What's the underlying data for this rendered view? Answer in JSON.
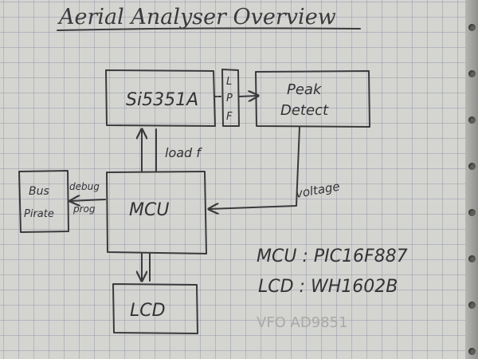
{
  "title": "Aerial Analyser Overview",
  "blocks": {
    "si5351": "Si5351A",
    "lpf_letters": [
      "L",
      "P",
      "F"
    ],
    "peak_detect_line1": "Peak",
    "peak_detect_line2": "Detect",
    "mcu": "MCU",
    "lcd": "LCD",
    "bus_pirate_line1": "Bus",
    "bus_pirate_line2": "Pirate"
  },
  "labels": {
    "load_f": "load f",
    "debug": "debug",
    "prog": "prog",
    "voltage": "voltage"
  },
  "notes": {
    "mcu_part": "MCU : PIC16F887",
    "lcd_part": "LCD : WH1602B",
    "erased": "VFO  AD9851"
  }
}
